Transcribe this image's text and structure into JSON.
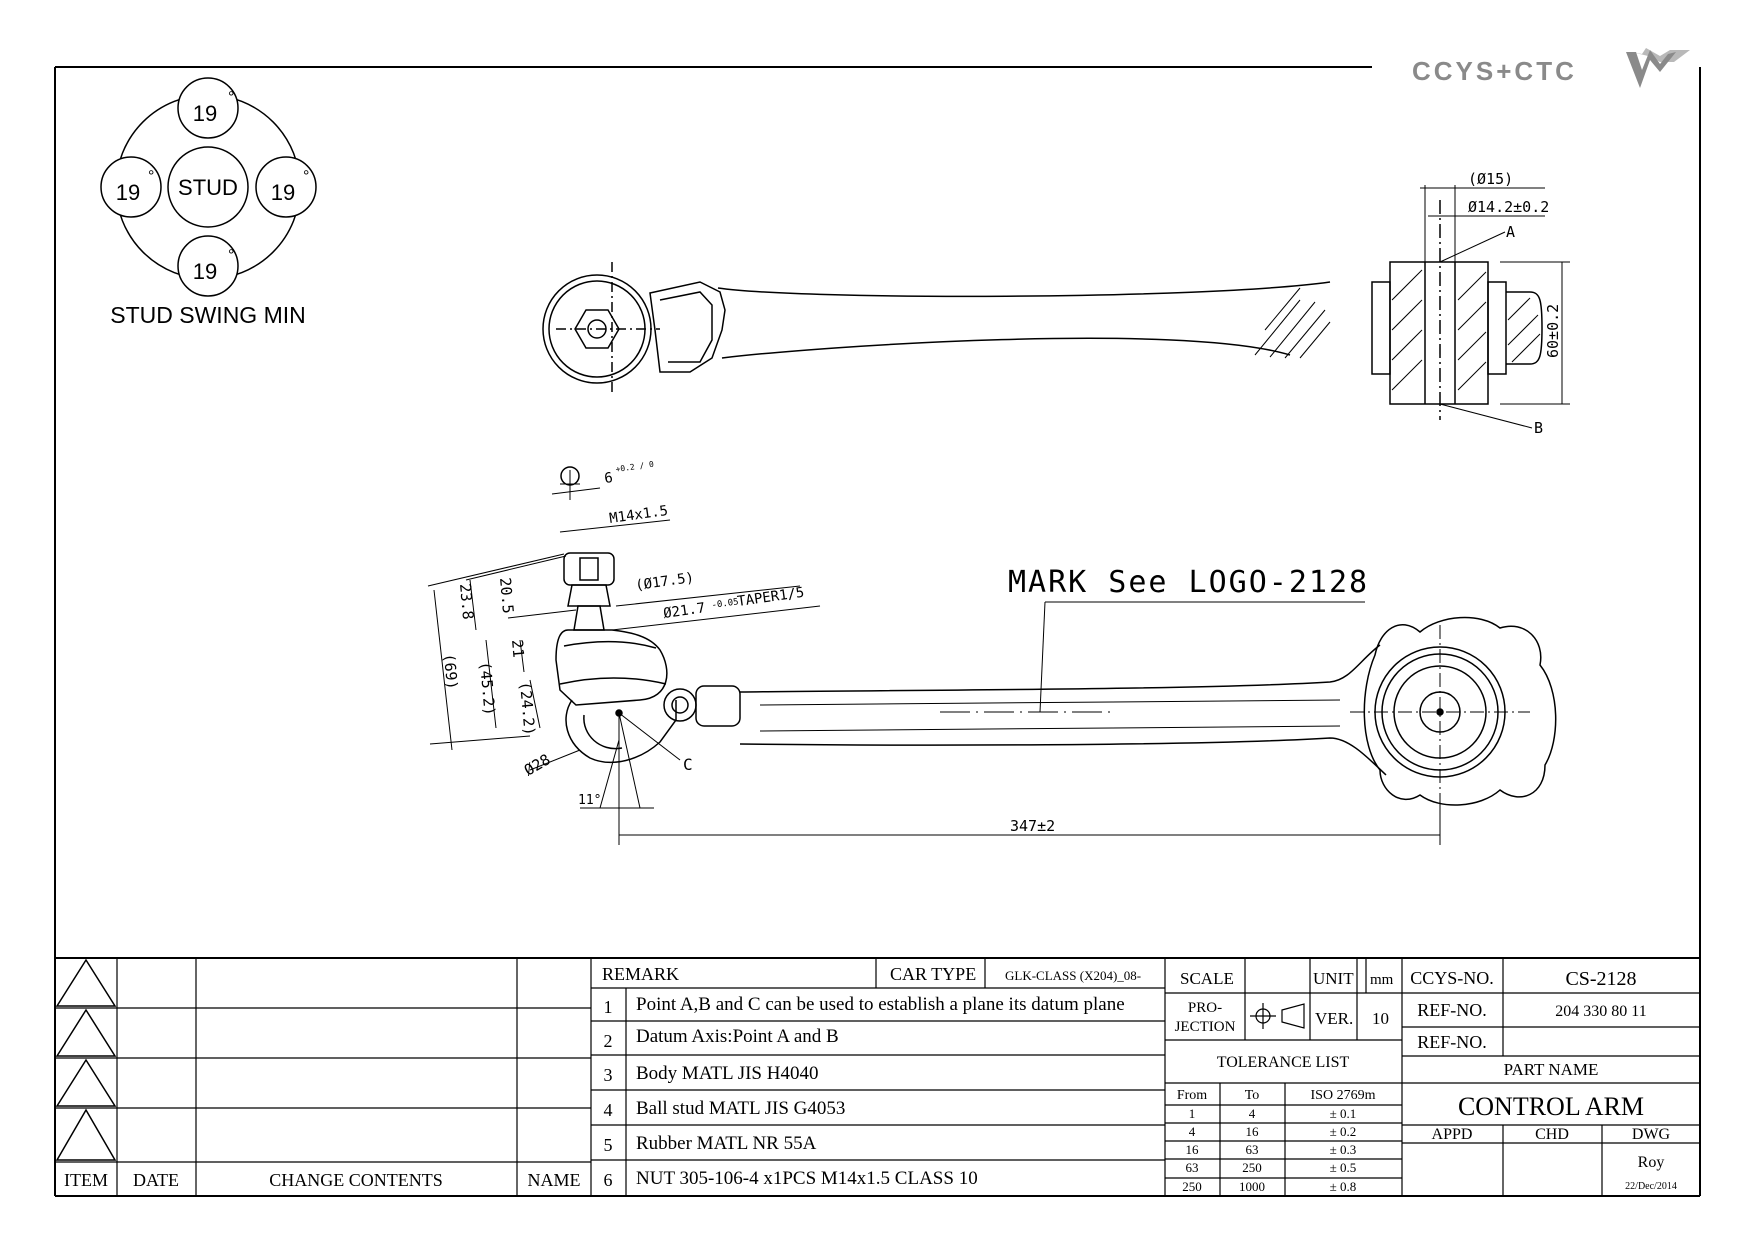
{
  "brand": {
    "logo_text": "CCYS+CTC"
  },
  "stud_swing": {
    "center_label": "STUD",
    "angle_top": "19",
    "angle_left": "19",
    "angle_right": "19",
    "angle_bottom": "19",
    "degree_symbol": "°",
    "caption": "STUD SWING MIN"
  },
  "top_view": {
    "dim_bore_outer": "(Ø15)",
    "dim_bore_inner": "Ø14.2±0.2",
    "point_a": "A",
    "point_b": "B",
    "dim_bushing_width": "60±0.2"
  },
  "side_view": {
    "mark_note": "MARK See LOGO-2128",
    "dim_hex": "6",
    "dim_hex_tol": "+0.2 / 0",
    "dim_thread": "M14x1.5",
    "dim_stud_dia": "(Ø17.5)",
    "dim_taper": "Ø21.7",
    "dim_taper_tol": "-0.05",
    "dim_taper_note": "TAPER1/5",
    "dim_h_69": "(69)",
    "dim_h_23_8": "23.8",
    "dim_h_20_5": "20.5",
    "dim_h_45_2": "(45.2)",
    "dim_h_21": "21",
    "dim_h_24_2": "(24.2)",
    "dim_ball": "Ø28",
    "point_c": "C",
    "dim_angle": "11°",
    "dim_length": "347±2"
  },
  "revision_table": {
    "headers": [
      "ITEM",
      "DATE",
      "CHANGE CONTENTS",
      "NAME"
    ]
  },
  "remarks": {
    "header": "REMARK",
    "car_type_label": "CAR TYPE",
    "car_type_value": "GLK-CLASS (X204)_08-",
    "items": [
      {
        "no": "1",
        "text": "Point A,B and C can be used to establish a plane its datum plane"
      },
      {
        "no": "2",
        "text": "Datum Axis:Point A and B"
      },
      {
        "no": "3",
        "text": "Body MATL JIS H4040"
      },
      {
        "no": "4",
        "text": "Ball stud MATL JIS G4053"
      },
      {
        "no": "5",
        "text": "Rubber MATL NR 55A"
      },
      {
        "no": "6",
        "text": "NUT 305-106-4 x1PCS M14x1.5 CLASS 10"
      }
    ]
  },
  "title_block": {
    "scale_label": "SCALE",
    "unit_label": "UNIT",
    "unit_value": "mm",
    "projection_label_1": "PRO-",
    "projection_label_2": "JECTION",
    "ver_label": "VER.",
    "ver_value": "10",
    "tolerance_title": "TOLERANCE LIST",
    "tol_head_from": "From",
    "tol_head_to": "To",
    "tol_head_std": "ISO 2769m",
    "tol_rows": [
      {
        "from": "1",
        "to": "4",
        "tol": "± 0.1"
      },
      {
        "from": "4",
        "to": "16",
        "tol": "± 0.2"
      },
      {
        "from": "16",
        "to": "63",
        "tol": "± 0.3"
      },
      {
        "from": "63",
        "to": "250",
        "tol": "± 0.5"
      },
      {
        "from": "250",
        "to": "1000",
        "tol": "± 0.8"
      }
    ],
    "ccys_no_label": "CCYS-NO.",
    "ccys_no_value": "CS-2128",
    "ref_no_label": "REF-NO.",
    "ref_no_value": "204 330 80 11",
    "ref_no2_label": "REF-NO.",
    "part_name_label": "PART NAME",
    "part_name_value": "CONTROL ARM",
    "appd_label": "APPD",
    "chd_label": "CHD",
    "dwg_label": "DWG",
    "dwg_name": "Roy",
    "dwg_date": "22/Dec/2014"
  }
}
